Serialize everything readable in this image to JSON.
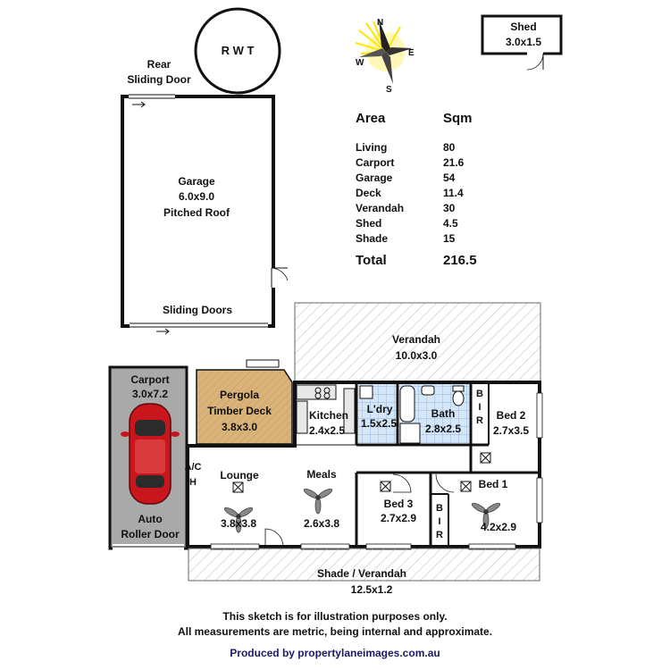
{
  "compass": {
    "n": "N",
    "e": "E",
    "s": "S",
    "w": "W"
  },
  "rwt": "R W T",
  "shed": {
    "name": "Shed",
    "size": "3.0x1.5"
  },
  "rear_door": {
    "line1": "Rear",
    "line2": "Sliding Door"
  },
  "garage": {
    "name": "Garage",
    "size": "6.0x9.0",
    "roof": "Pitched Roof",
    "doors": "Sliding Doors"
  },
  "area_table": {
    "header_area": "Area",
    "header_sqm": "Sqm",
    "rows": [
      {
        "name": "Living",
        "sqm": "80"
      },
      {
        "name": "Carport",
        "sqm": "21.6"
      },
      {
        "name": "Garage",
        "sqm": "54"
      },
      {
        "name": "Deck",
        "sqm": "11.4"
      },
      {
        "name": "Verandah",
        "sqm": "30"
      },
      {
        "name": "Shed",
        "sqm": "4.5"
      },
      {
        "name": "Shade",
        "sqm": "15"
      }
    ],
    "total_label": "Total",
    "total_value": "216.5"
  },
  "rooms": {
    "verandah": {
      "name": "Verandah",
      "size": "10.0x3.0"
    },
    "carport": {
      "name": "Carport",
      "size": "3.0x7.2",
      "door1": "Auto",
      "door2": "Roller Door"
    },
    "pergola": {
      "name": "Pergola",
      "name2": "Timber Deck",
      "size": "3.8x3.0"
    },
    "kitchen": {
      "name": "Kitchen",
      "size": "2.4x2.5"
    },
    "laundry": {
      "name": "L'dry",
      "size": "1.5x2.5"
    },
    "bath": {
      "name": "Bath",
      "size": "2.8x2.5"
    },
    "bir": "B I R",
    "bed2": {
      "name": "Bed 2",
      "size": "2.7x3.5"
    },
    "ac": "A/C",
    "h": "H",
    "lounge": {
      "name": "Lounge",
      "size": "3.8x3.8"
    },
    "meals": {
      "name": "Meals",
      "size": "2.6x3.8"
    },
    "bed3": {
      "name": "Bed 3",
      "size": "2.7x2.9"
    },
    "bed1": {
      "name": "Bed 1",
      "size": "4.2x2.9"
    },
    "shade": {
      "name": "Shade / Verandah",
      "size": "12.5x1.2"
    }
  },
  "disclaimer": {
    "line1": "This sketch is for illustration purposes only.",
    "line2": "All measurements are metric, being internal and approximate."
  },
  "producer": "Produced by propertylaneimages.com.au",
  "colors": {
    "wall": "#111111",
    "deck": "#d9b37a",
    "carport": "#a9a9a9",
    "wet_area": "#cfe3f7",
    "tile_line": "#6f9fd0",
    "hatch": "#b0b0b0",
    "car_body": "#c8161c",
    "compass_glow": "#ffe600"
  }
}
